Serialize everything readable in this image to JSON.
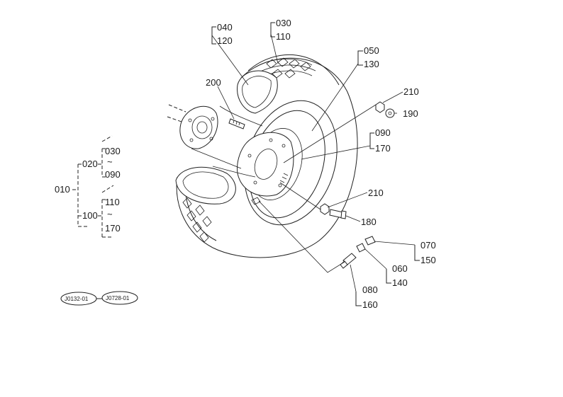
{
  "callouts": {
    "c040": "040",
    "c120": "120",
    "c030a": "030",
    "c110a": "110",
    "c050": "050",
    "c130": "130",
    "c200": "200",
    "c210a": "210",
    "c190": "190",
    "c090a": "090",
    "c170a": "170",
    "c210b": "210",
    "c180": "180",
    "c070": "070",
    "c150": "150",
    "c060": "060",
    "c140": "140",
    "c080": "080",
    "c160": "160"
  },
  "tree": {
    "root": "010",
    "group1": "020",
    "g1_from": "030",
    "g1_to": "090",
    "group2": "100",
    "g2_from": "110",
    "g2_to": "170",
    "range_mark": "~"
  },
  "badges": {
    "left": "J0132-01",
    "right": "J0728-01"
  }
}
